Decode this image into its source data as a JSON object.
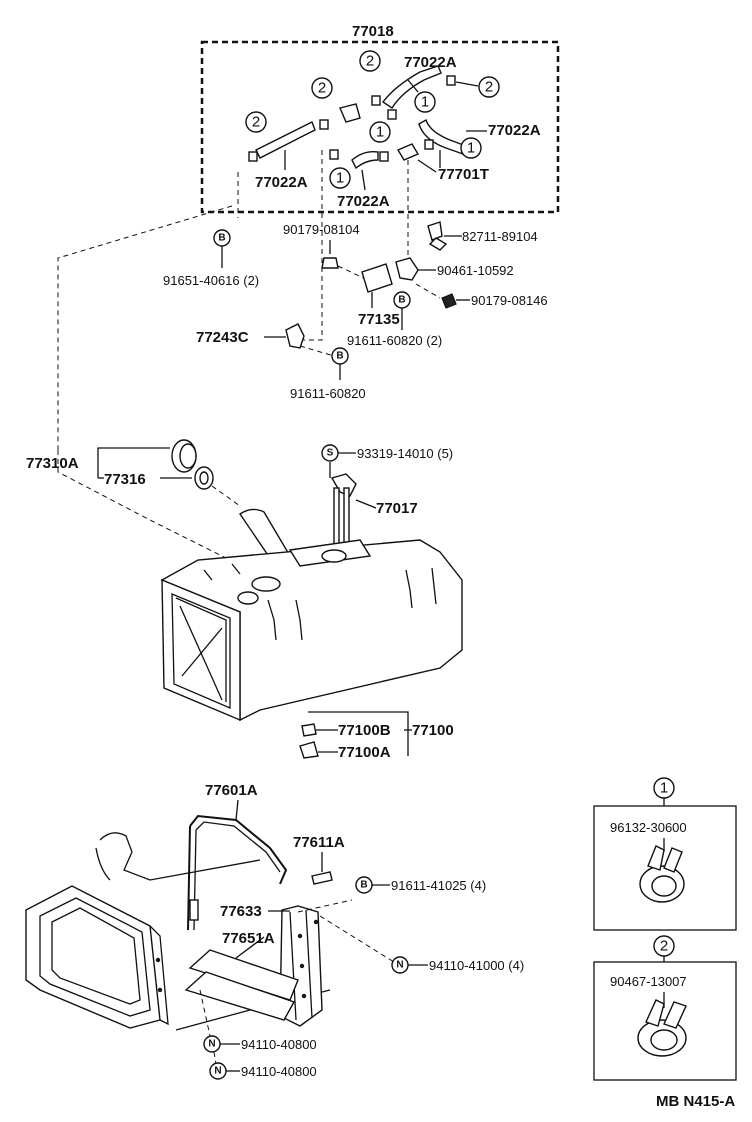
{
  "labels": {
    "assy_top": "77018",
    "hose_1": "77022A",
    "hose_2": "77022A",
    "hose_3": "77022A",
    "hose_4": "77022A",
    "valve": "77701T",
    "bolt_a": "91651-40616 (2)",
    "nut_a": "90179-08104",
    "clip_a": "82711-89104",
    "clamp_a": "90461-10592",
    "nut_b": "90179-08146",
    "bracket": "77135",
    "bolt_b": "91611-60820 (2)",
    "part_77243c": "77243C",
    "bolt_c": "91611-60820",
    "cap_assy": "77310A",
    "gasket": "77316",
    "screw_a": "93319-14010 (5)",
    "gauge": "77017",
    "tank_plug": "77100B",
    "tank": "77100",
    "tank_drain": "77100A",
    "band": "77601A",
    "bolt_d": "77611A",
    "bolt_e": "91611-41025 (4)",
    "cushion_a": "77633",
    "cushion_b": "77651A",
    "nut_c": "94110-41000 (4)",
    "nut_d": "94110-40800",
    "nut_e": "94110-40800",
    "detail1_part": "96132-30600",
    "detail2_part": "90467-13007",
    "diagram_code": "MB N415-A"
  },
  "callouts": {
    "one": "1",
    "two": "2",
    "b": "B",
    "s": "S",
    "n": "N"
  },
  "colors": {
    "ink": "#111111",
    "paper": "#ffffff"
  }
}
